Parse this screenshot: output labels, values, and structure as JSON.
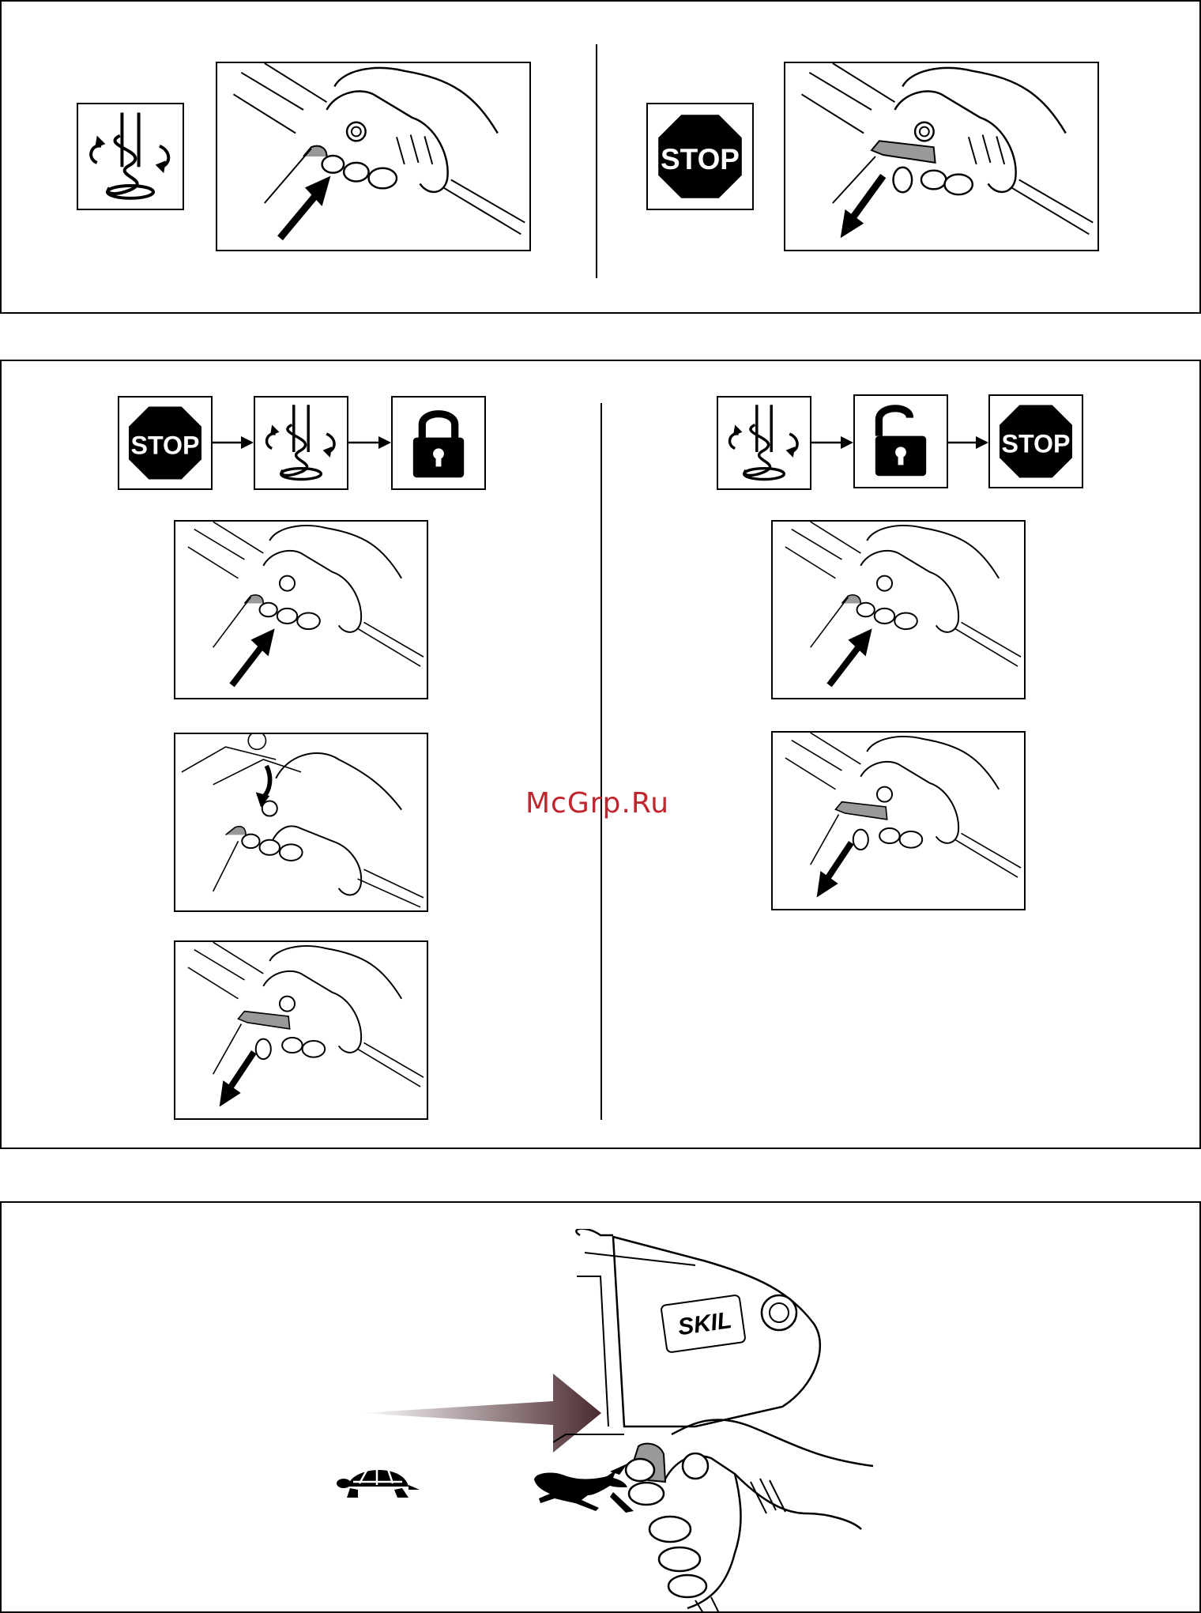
{
  "watermark": "McGrp.Ru",
  "stop_label": "STOP",
  "brand_label": "SKIL",
  "icons": {
    "mixer": "mixing-paddle-rotation-icon",
    "stop": "stop-sign-icon",
    "lock": "padlock-closed-icon",
    "unlock": "padlock-open-icon",
    "turtle": "turtle-slow-speed-icon",
    "hare": "hare-fast-speed-icon",
    "speed_arrow": "speed-gradient-arrow-icon"
  },
  "colors": {
    "trigger_grey": "#999999",
    "watermark_red": "#c0262d",
    "gradient_start": "#ffffff",
    "gradient_end": "#4a2a2f"
  }
}
